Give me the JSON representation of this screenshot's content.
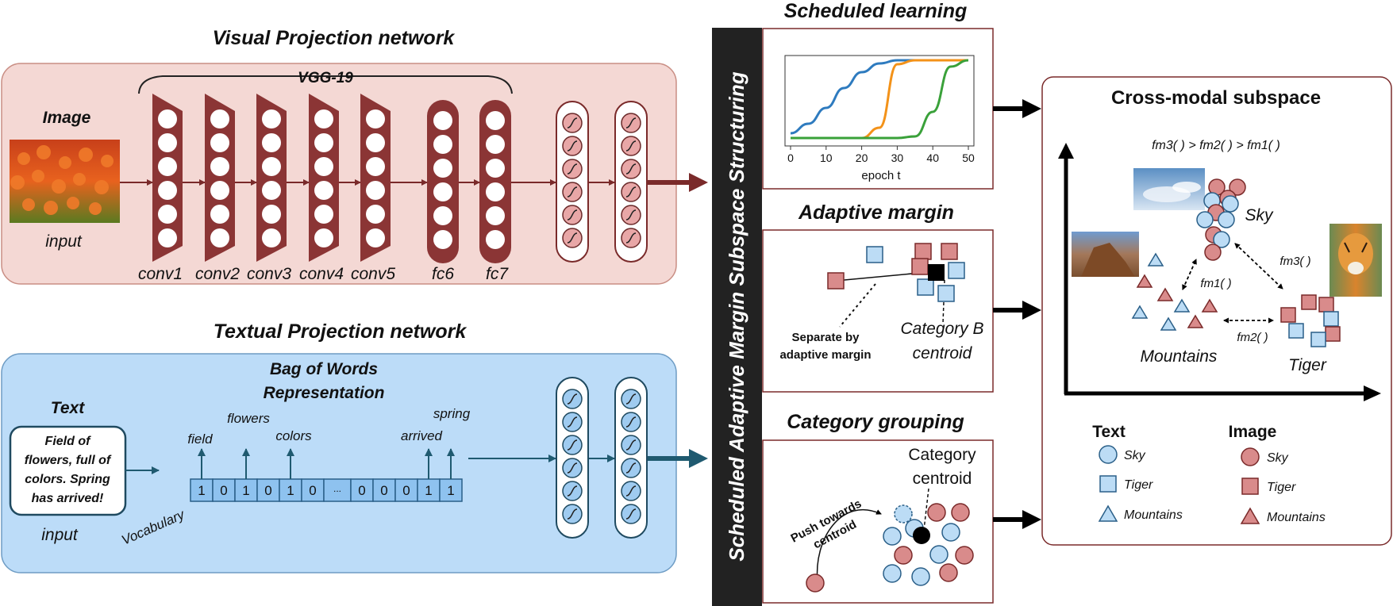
{
  "visual": {
    "title": "Visual Projection network",
    "vgg_label": "VGG-19",
    "image_label": "Image",
    "input_label": "input",
    "layers": [
      "conv1",
      "conv2",
      "conv3",
      "conv4",
      "conv5",
      "fc6",
      "fc7"
    ]
  },
  "textual": {
    "title": "Textual Projection network",
    "bow_title_line1": "Bag of Words",
    "bow_title_line2": "Representation",
    "text_label": "Text",
    "text_content_lines": [
      "Field of",
      "flowers, full of",
      "colors. Spring",
      "has arrived!"
    ],
    "input_label": "input",
    "vocabulary_label": "Vocabulary",
    "bits": [
      "1",
      "0",
      "1",
      "0",
      "1",
      "0",
      "...",
      "0",
      "0",
      "0",
      "1",
      "1"
    ],
    "word_labels": [
      "field",
      "flowers",
      "colors",
      "arrived",
      "spring"
    ]
  },
  "center_bar": {
    "label": "Scheduled Adaptive Margin Subspace Structuring"
  },
  "scheduled": {
    "title": "Scheduled learning",
    "xlabel": "epoch t",
    "ticks": [
      "0",
      "10",
      "20",
      "30",
      "40",
      "50"
    ]
  },
  "chart_data": {
    "type": "line",
    "xlabel": "epoch t",
    "xlim": [
      0,
      50
    ],
    "ylim": [
      0,
      1
    ],
    "x": [
      0,
      5,
      10,
      15,
      20,
      25,
      30,
      35,
      40,
      45,
      50
    ],
    "series": [
      {
        "color": "#2e7bbf",
        "values": [
          0.08,
          0.2,
          0.4,
          0.65,
          0.85,
          0.96,
          1.0,
          1.0,
          1.0,
          1.0,
          1.0
        ]
      },
      {
        "color": "#f39219",
        "values": [
          0.02,
          0.02,
          0.02,
          0.02,
          0.02,
          0.15,
          0.95,
          1.0,
          1.0,
          1.0,
          1.0
        ]
      },
      {
        "color": "#3aa13a",
        "values": [
          0.02,
          0.02,
          0.02,
          0.02,
          0.02,
          0.02,
          0.02,
          0.04,
          0.35,
          0.92,
          1.0
        ]
      }
    ]
  },
  "adaptive": {
    "title": "Adaptive margin",
    "separate_line1": "Separate by",
    "separate_line2": "adaptive margin",
    "centroid_line1": "Category B",
    "centroid_line2": "centroid"
  },
  "grouping": {
    "title": "Category grouping",
    "centroid_line1": "Category",
    "centroid_line2": "centroid",
    "push_line1": "Push towards",
    "push_line2": "centroid"
  },
  "subspace": {
    "title": "Cross-modal subspace",
    "inequality": "fm3( ) > fm2( ) > fm1( )",
    "cluster_labels": {
      "sky": "Sky",
      "mountains": "Mountains",
      "tiger": "Tiger"
    },
    "f_labels": {
      "fm1": "fm1( )",
      "fm2": "fm2( )",
      "fm3": "fm3( )"
    },
    "legend": {
      "text_header": "Text",
      "image_header": "Image",
      "text_items": [
        "Sky",
        "Tiger",
        "Mountains"
      ],
      "image_items": [
        "Sky",
        "Tiger",
        "Mountains"
      ]
    }
  },
  "colors": {
    "visual_bg": "#f4d8d4",
    "textual_bg": "#bcdcf8",
    "conv_fill": "#8b3535",
    "text_marker": "#bcdcf5",
    "image_marker": "#d98b8b",
    "center_bar": "#222222"
  }
}
